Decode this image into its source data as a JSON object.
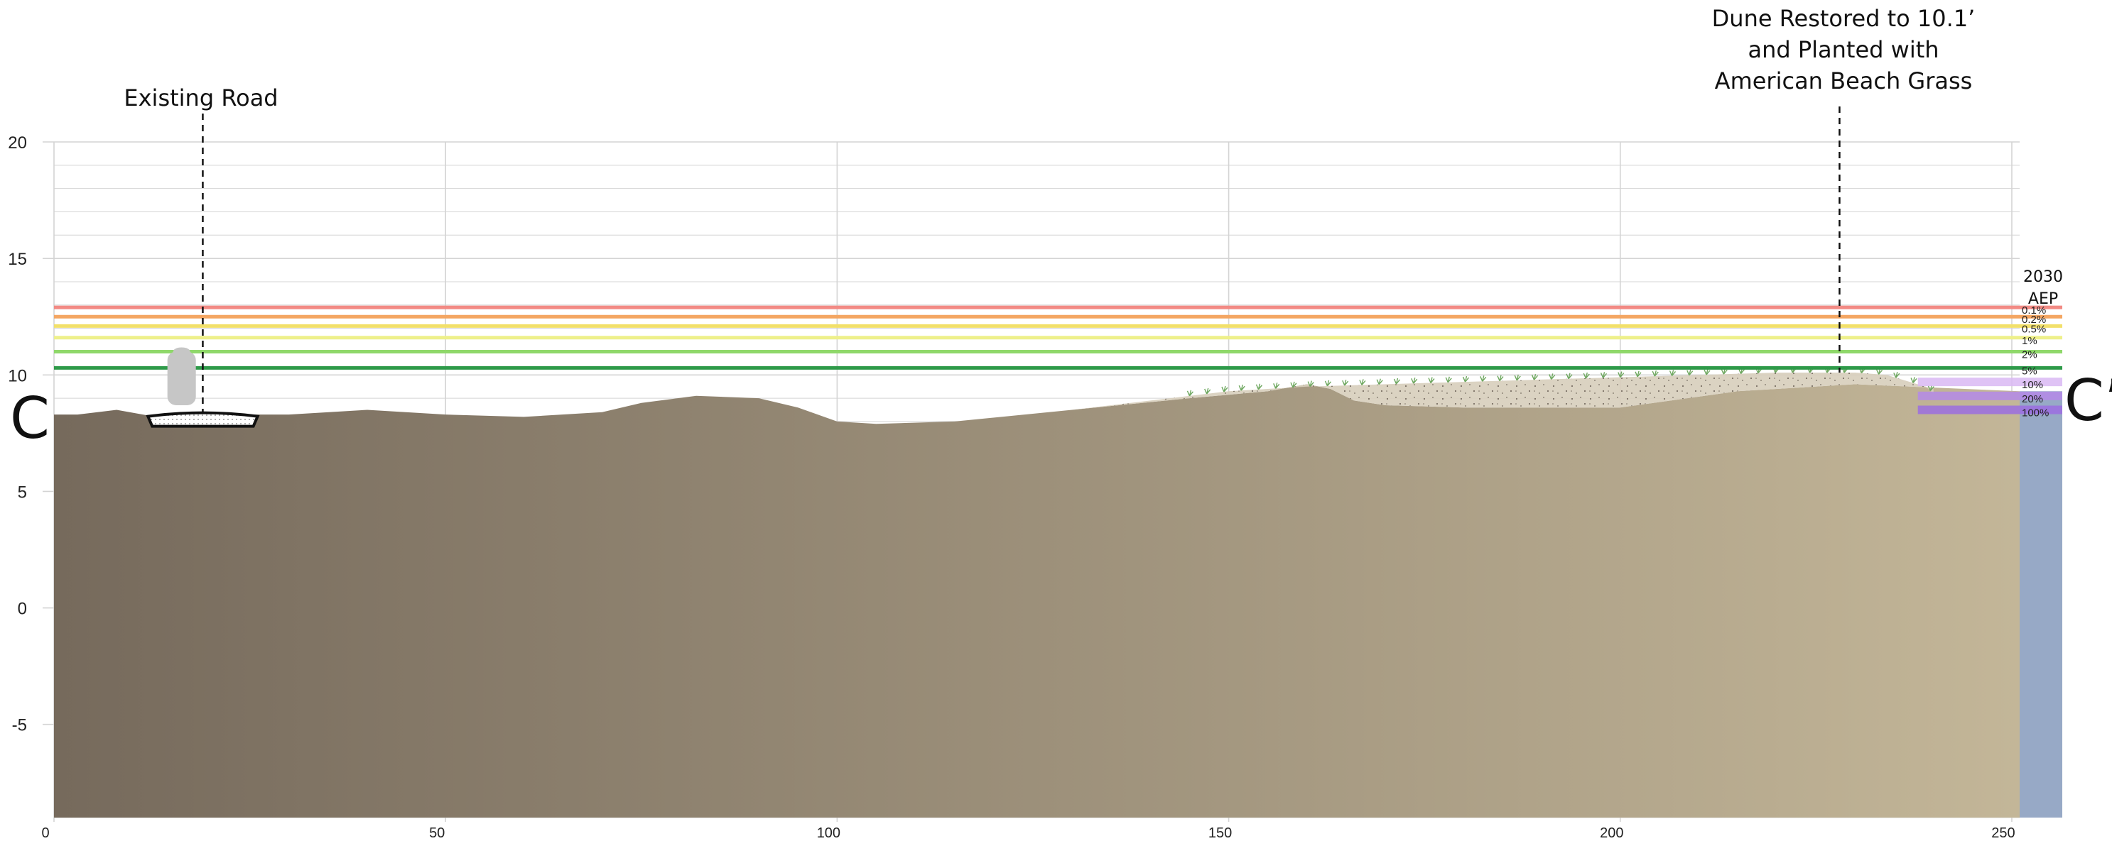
{
  "annotations": {
    "road": "Existing Road",
    "dune_lines": [
      "Dune Restored to 10.1’",
      "and Planted with",
      "American Beach Grass"
    ]
  },
  "section": {
    "start": "C",
    "end": "C’"
  },
  "legend": {
    "title_year": "2030",
    "title_aep": "AEP",
    "levels": [
      {
        "label": "0.1%",
        "elevation": 12.9,
        "color": "#f28a84"
      },
      {
        "label": "0.2%",
        "elevation": 12.5,
        "color": "#f4a662"
      },
      {
        "label": "0.5%",
        "elevation": 12.1,
        "color": "#f2e06a"
      },
      {
        "label": "1%",
        "elevation": 11.6,
        "color": "#eef08a"
      },
      {
        "label": "2%",
        "elevation": 11.0,
        "color": "#8fd86a"
      },
      {
        "label": "5%",
        "elevation": 10.3,
        "color": "#2e9a49"
      },
      {
        "label": "10%",
        "elevation": 9.7,
        "color": "#d9b8f3"
      },
      {
        "label": "20%",
        "elevation": 9.1,
        "color": "#b48ae8"
      },
      {
        "label": "100%",
        "elevation": 8.5,
        "color": "#9b6de0"
      }
    ]
  },
  "chart_data": {
    "type": "area",
    "xlim": [
      0,
      251
    ],
    "ylim": [
      -9,
      20
    ],
    "x_ticks": [
      0,
      50,
      100,
      150,
      200,
      250
    ],
    "y_ticks": [
      20,
      15,
      10,
      5,
      0,
      -5
    ],
    "existing_ground": {
      "x": [
        0,
        3,
        8,
        13,
        20,
        30,
        40,
        50,
        60,
        70,
        75,
        82,
        90,
        95,
        100,
        105,
        115,
        130,
        145,
        155,
        160,
        163,
        166,
        170,
        180,
        200,
        215,
        230,
        251
      ],
      "y": [
        8.3,
        8.3,
        8.5,
        8.2,
        8.3,
        8.3,
        8.5,
        8.3,
        8.2,
        8.4,
        8.8,
        9.1,
        9.0,
        8.6,
        8.0,
        7.9,
        8.0,
        8.5,
        9.0,
        9.3,
        9.6,
        9.4,
        8.9,
        8.7,
        8.6,
        8.6,
        9.3,
        9.6,
        9.3
      ]
    },
    "restored_dune": {
      "x": [
        130,
        150,
        160,
        170,
        190,
        210,
        220,
        230,
        234,
        239,
        240
      ],
      "y": [
        8.5,
        9.3,
        9.5,
        9.6,
        9.8,
        10.0,
        10.1,
        10.1,
        10.0,
        9.5,
        9.2
      ]
    },
    "road": {
      "x_start": 12,
      "x_end": 26,
      "elevation": 8.1
    },
    "annotation_x": {
      "road": 19,
      "dune": 228
    },
    "water_x_start": 251
  },
  "colors": {
    "ground_dark": "#766a5c",
    "ground_light": "#c3b698",
    "sand": "#d8cfbd",
    "water": "#97a9c6",
    "grid": "#d4d4d4",
    "grass": "#6fa860"
  }
}
